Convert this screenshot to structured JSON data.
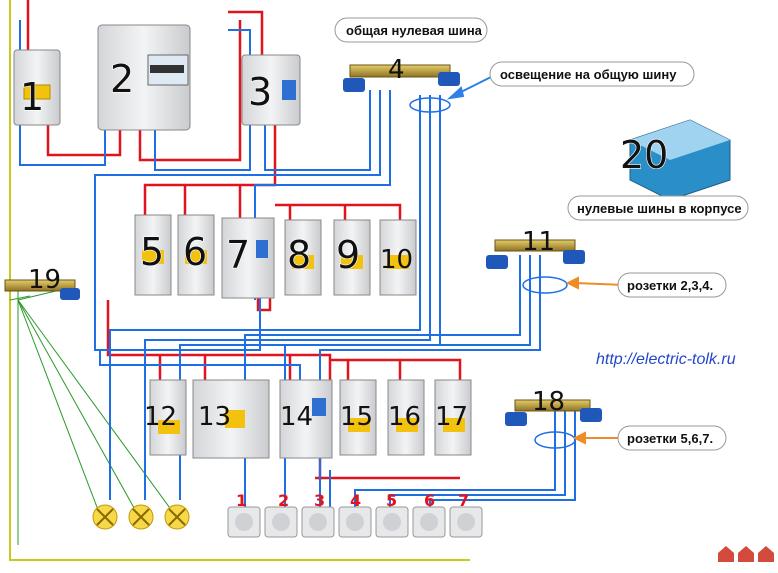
{
  "labels": {
    "meter": "2",
    "main_breaker": "1",
    "rcd": "3",
    "bus_top": "4",
    "bus_11": "11",
    "bus_18": "18",
    "bus_19": "19",
    "enclosure": "20",
    "breakers_row1": [
      "5",
      "6",
      "7",
      "8",
      "9",
      "10"
    ],
    "breakers_row2": [
      "12",
      "13",
      "14",
      "15",
      "16",
      "17"
    ],
    "outlets": [
      "1",
      "2",
      "3",
      "4",
      "5",
      "6",
      "7"
    ]
  },
  "callouts": {
    "common_neutral_bus": "общая нулевая шина",
    "lighting_to_common": "освещение на общую шину",
    "neutral_bus_enclosure": "нулевые шины в корпусе",
    "outlets_234": "розетки 2,3,4.",
    "outlets_567": "розетки 5,6,7."
  },
  "url": "http://electric-tolk.ru",
  "colors": {
    "phase": "#e0141e",
    "neutral": "#1e6ee6",
    "ground": "#c8c81e",
    "ground_green": "#2a9a2a",
    "device": "#e9eaec",
    "bus_brass": "#b59a3a",
    "bus_blue": "#1f58b8"
  },
  "icons": [
    "breaker-icon",
    "meter-icon",
    "rcd-icon",
    "bus-bar-icon",
    "lamp-icon",
    "outlet-icon",
    "enclosure-icon"
  ]
}
